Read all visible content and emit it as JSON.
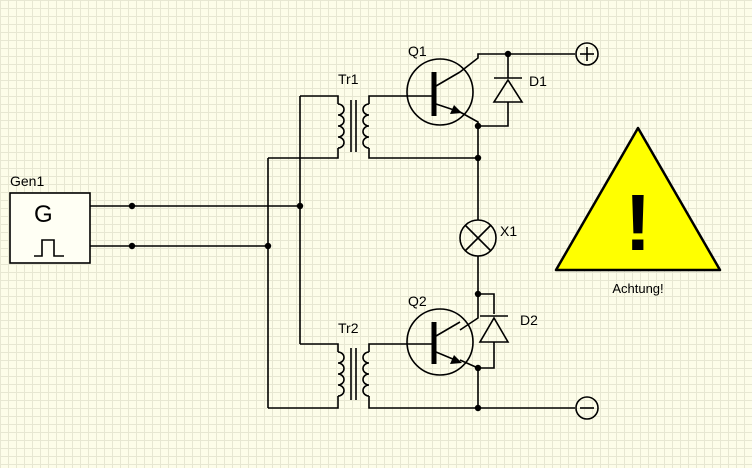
{
  "labels": {
    "generator": "Gen1",
    "generator_symbol": "G",
    "transformer_top": "Tr1",
    "transformer_bottom": "Tr2",
    "transistor_top": "Q1",
    "transistor_bottom": "Q2",
    "diode_top": "D1",
    "diode_bottom": "D2",
    "lamp": "X1",
    "warning": "Achtung!",
    "warning_mark": "!"
  },
  "colors": {
    "background": "#fdfde9",
    "grid": "#e7e7d2",
    "wire": "#000000",
    "warning_fill": "#ffff00"
  },
  "icons": {
    "generator": "square-wave-generator-icon",
    "terminal_positive": "plus-terminal-icon",
    "terminal_negative": "minus-terminal-icon",
    "lamp": "lamp-icon",
    "warning": "warning-triangle-icon"
  }
}
